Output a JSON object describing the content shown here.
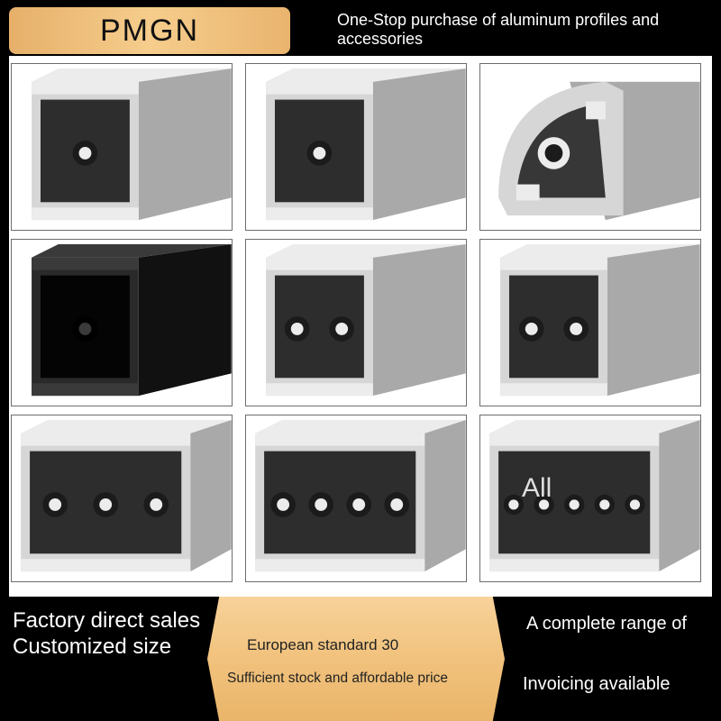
{
  "header": {
    "brand": "PMGN",
    "tagline": "One-Stop purchase of aluminum profiles and accessories"
  },
  "gallery": {
    "watermark": "All",
    "tiles": [
      {
        "icon": "aluminum-profile-3030-silver-icon",
        "color": "silver"
      },
      {
        "icon": "aluminum-profile-3030-closed-icon",
        "color": "silver"
      },
      {
        "icon": "aluminum-profile-quarter-round-icon",
        "color": "silver"
      },
      {
        "icon": "aluminum-profile-3030-black-icon",
        "color": "black"
      },
      {
        "icon": "aluminum-profile-3060-icon",
        "color": "silver"
      },
      {
        "icon": "aluminum-profile-3060-alt-icon",
        "color": "silver"
      },
      {
        "icon": "aluminum-profile-3090-icon",
        "color": "silver"
      },
      {
        "icon": "aluminum-profile-30120-icon",
        "color": "silver"
      },
      {
        "icon": "aluminum-profile-30150-icon",
        "color": "silver"
      }
    ]
  },
  "footer": {
    "left_line1": "Factory direct sales",
    "left_line2": "Customized size",
    "mid_line1": "European standard 30",
    "mid_line2": "Sufficient stock and affordable price",
    "right_line1": "A complete range of",
    "right_line2": "Invoicing available"
  },
  "colors": {
    "background": "#000000",
    "accent_gold": "#f1c27d",
    "silver": "#c9c9c9",
    "black_profile": "#1a1a1a"
  }
}
